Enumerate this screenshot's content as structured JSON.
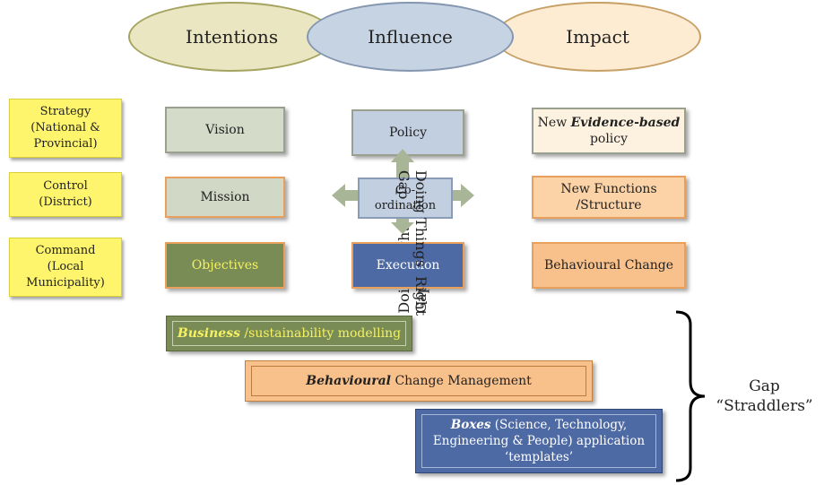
{
  "headers": {
    "intentions": "Intentions",
    "influence": "Influence",
    "impact": "Impact"
  },
  "levels": {
    "strategy": "Strategy (National & Provincial)",
    "control": "Control (District)",
    "command": "Command (Local Municipality)"
  },
  "intentions_col": {
    "vision": "Vision",
    "mission": "Mission",
    "objectives": "Objectives"
  },
  "influence_col": {
    "policy": "Policy",
    "coordination": "Co-ordination",
    "execution": "Execution"
  },
  "impact_col": {
    "policy_new": "New",
    "policy_em": "Evidence-based",
    "policy_tail": "policy",
    "functions": "New Functions /Structure",
    "behaviour": "Behavioural Change"
  },
  "gaps": {
    "left_line1": "Doing Right Things",
    "left_line2": "Gap",
    "right_line1": "Doing Things  Right",
    "right_line2": "Gap"
  },
  "straddlers": {
    "business_em": "Business",
    "business_rest": " /sustainability modelling",
    "behav_em": "Behavioural",
    "behav_rest": " Change Management",
    "boxes_em": "Boxes",
    "boxes_rest": " (Science, Technology, Engineering & People) application ‘templates’",
    "label_line1": "Gap",
    "label_line2": "“Straddlers”"
  },
  "icons": {
    "coordination_arrows": "four-way-arrow-icon",
    "bracket": "right-curly-bracket-icon"
  },
  "colors": {
    "yellow": "#fef56c",
    "olive": "#7a8c55",
    "navy": "#4d6aa5",
    "orange": "#f8c08a"
  }
}
